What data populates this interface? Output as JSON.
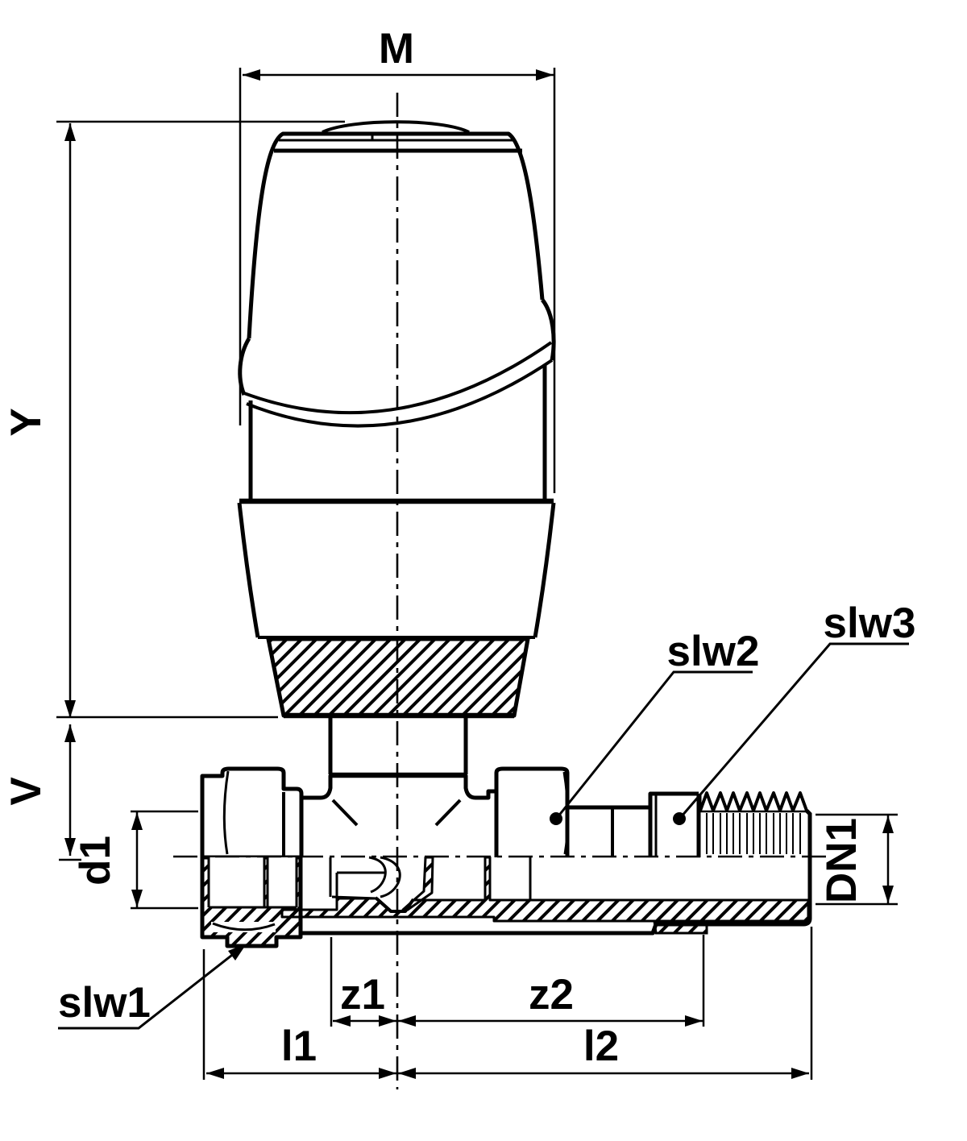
{
  "drawing": {
    "kind": "technical-dimension-drawing",
    "subject": "thermostatic radiator valve with head, section through tee body"
  },
  "dimensions": {
    "m": "M",
    "y": "Y",
    "v": "V",
    "d1": "d1",
    "dn1": "DN1",
    "z1": "z1",
    "z2": "z2",
    "l1": "l1",
    "l2": "l2"
  },
  "labels": {
    "slw1": "slw1",
    "slw2": "slw2",
    "slw3": "slw3"
  },
  "colors": {
    "ink": "#000000",
    "paper": "#ffffff"
  }
}
